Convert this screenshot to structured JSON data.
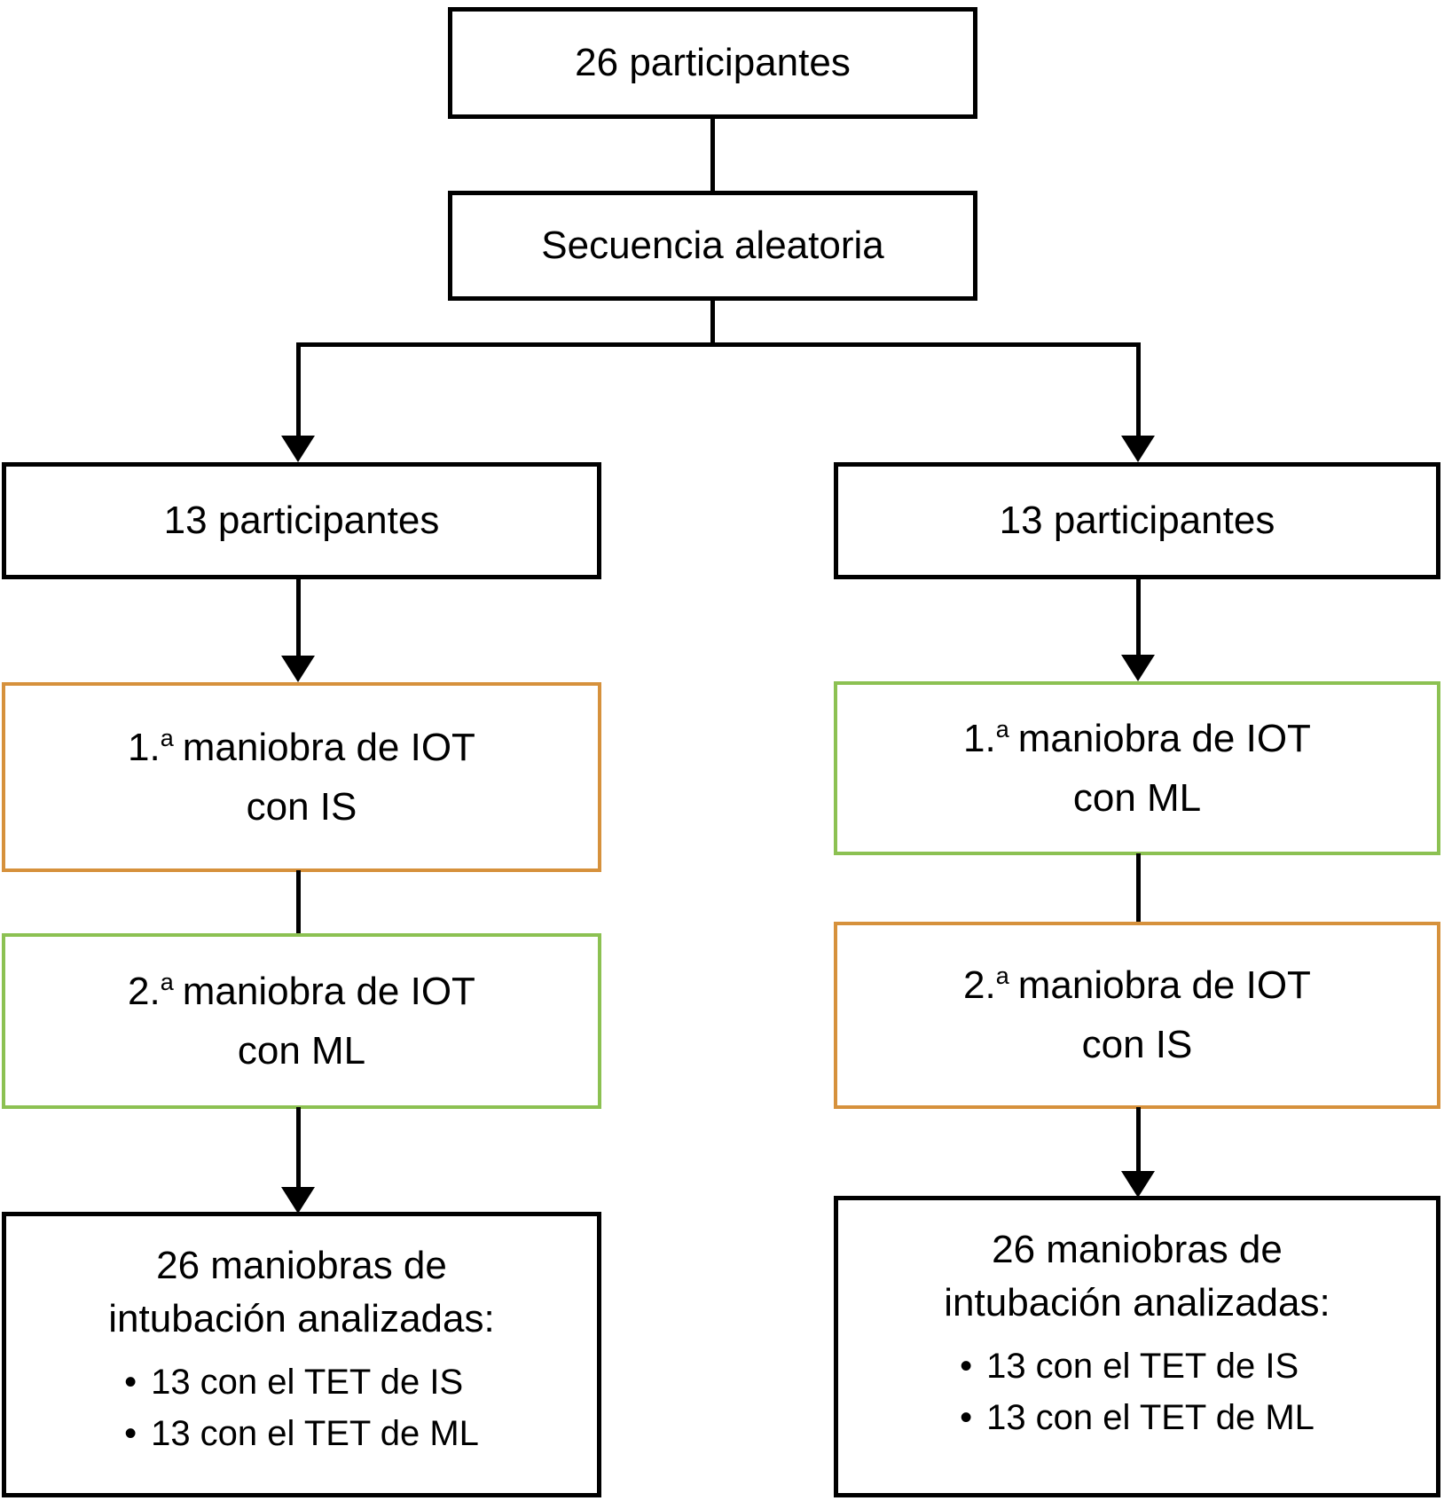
{
  "colors": {
    "accent_orange": "#D6913C",
    "accent_green": "#8CC152",
    "line_black": "#000000",
    "background": "#FFFFFF"
  },
  "glyphs": {
    "bullet": "•"
  },
  "flowchart": {
    "root": {
      "label": "26 participantes"
    },
    "randomization": {
      "label": "Secuencia aleatoria"
    },
    "left_arm": {
      "participants": {
        "label": "13 participantes"
      },
      "first_maneuver": {
        "ordinal": "1.",
        "ordinal_sup": "a",
        "line1": "maniobra de IOT",
        "line2": "con IS",
        "accent": "#D6913C"
      },
      "second_maneuver": {
        "ordinal": "2.",
        "ordinal_sup": "a",
        "line1": "maniobra de IOT",
        "line2": "con ML",
        "accent": "#8CC152"
      },
      "analysis": {
        "heading_line1": "26 maniobras de",
        "heading_line2": "intubación analizadas:",
        "bullets": [
          "13 con el TET de IS",
          "13 con el TET de ML"
        ]
      }
    },
    "right_arm": {
      "participants": {
        "label": "13 participantes"
      },
      "first_maneuver": {
        "ordinal": "1.",
        "ordinal_sup": "a",
        "line1": "maniobra de IOT",
        "line2": "con ML",
        "accent": "#8CC152"
      },
      "second_maneuver": {
        "ordinal": "2.",
        "ordinal_sup": "a",
        "line1": "maniobra de IOT",
        "line2": "con IS",
        "accent": "#D6913C"
      },
      "analysis": {
        "heading_line1": "26 maniobras de",
        "heading_line2": "intubación analizadas:",
        "bullets": [
          "13 con el TET de IS",
          "13 con el TET de ML"
        ]
      }
    }
  }
}
